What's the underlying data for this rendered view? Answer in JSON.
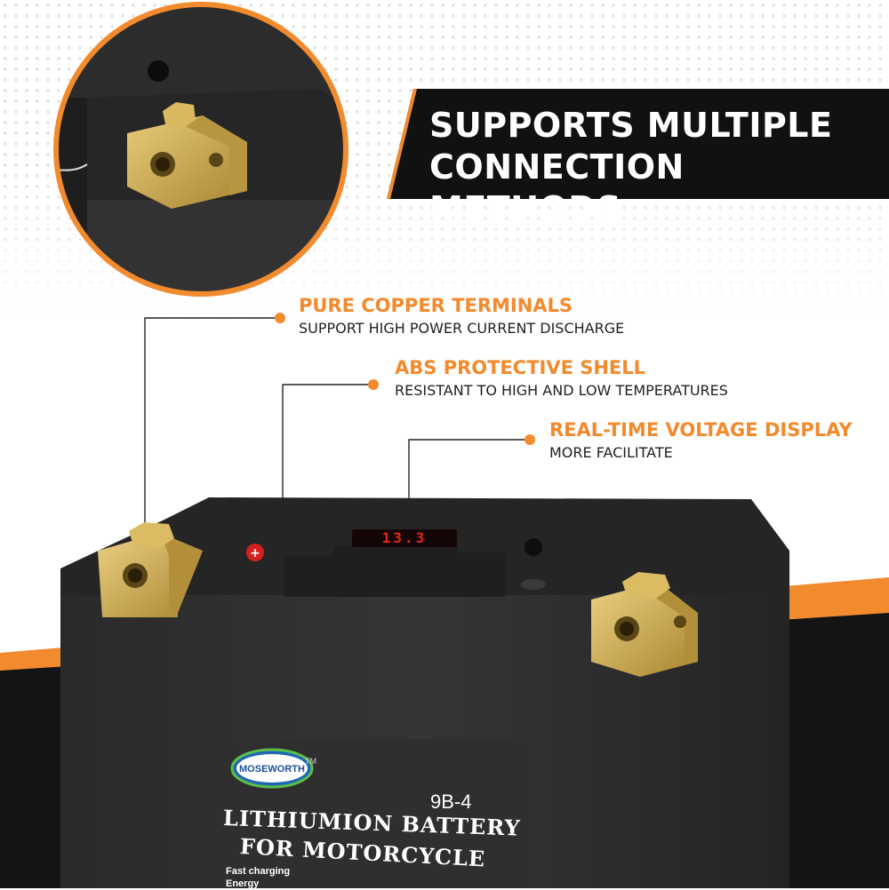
{
  "headline": {
    "line1": "SUPPORTS MULTIPLE",
    "line2": "CONNECTION METHODS"
  },
  "features": [
    {
      "title": "PURE COPPER TERMINALS",
      "subtitle": "SUPPORT HIGH POWER CURRENT DISCHARGE"
    },
    {
      "title": "ABS PROTECTIVE SHELL",
      "subtitle": "RESISTANT TO HIGH AND LOW TEMPERATURES"
    },
    {
      "title": "REAL-TIME VOLTAGE DISPLAY",
      "subtitle": "MORE FACILITATE"
    }
  ],
  "battery_label": {
    "brand": "MOSEWORTH",
    "trademark": "TM",
    "model": "9B-4",
    "product_line1": "LITHIUMION BATTERY",
    "product_line2": "FOR MOTORCYCLE",
    "bullets": [
      "Fast charging",
      "Energy"
    ]
  },
  "voltage_display": {
    "reading": "13.3"
  },
  "colors": {
    "accent": "#f28a2e",
    "banner": "#111111",
    "shell": "#2b2b2b",
    "terminal": "#c9a64a"
  }
}
